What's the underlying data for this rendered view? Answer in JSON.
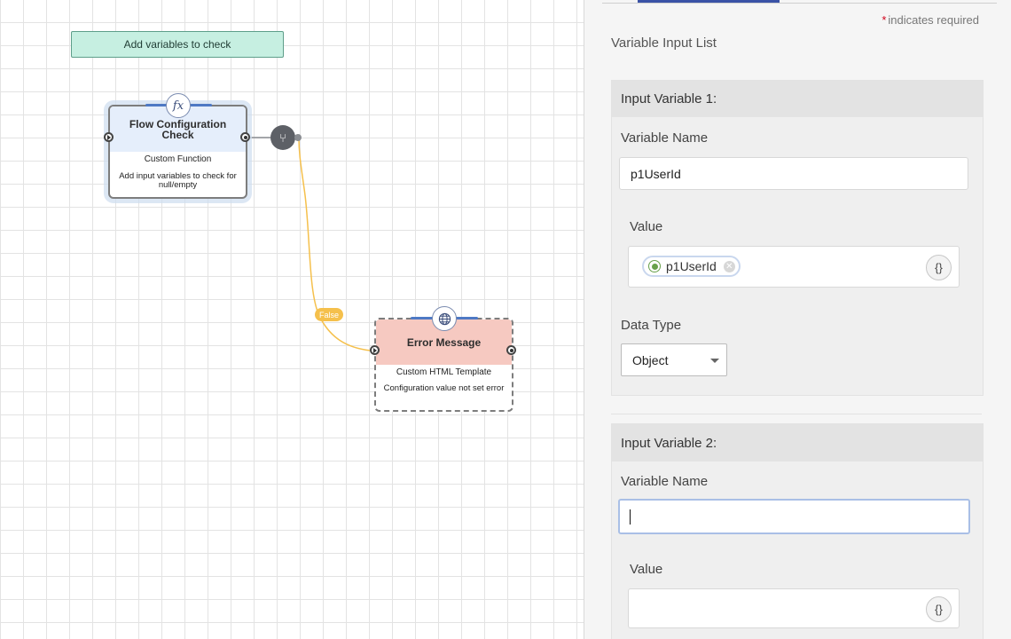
{
  "canvas": {
    "note": "Add variables to check",
    "node1": {
      "icon": "function-icon",
      "title": "Flow Configuration Check",
      "subtitle": "Custom Function",
      "description": "Add input variables to check for null/empty"
    },
    "router_icon": "branch-icon",
    "edge_label": "False",
    "node2": {
      "icon": "globe-icon",
      "title": "Error Message",
      "subtitle": "Custom HTML Template",
      "description": "Configuration value not set error"
    },
    "colors": {
      "edge": "#f5c04c",
      "node1_header": "#e5eefb",
      "node2_header": "#f6c9c1",
      "note_bg": "#c6efe1"
    }
  },
  "panel": {
    "required_note": "indicates required",
    "required_star": "*",
    "section_title": "Variable Input List",
    "variable1": {
      "header": "Input Variable 1:",
      "name_label": "Variable Name",
      "name_value": "p1UserId",
      "value_label": "Value",
      "value_chip": "p1UserId",
      "data_type_label": "Data Type",
      "data_type_value": "Object"
    },
    "variable2": {
      "header": "Input Variable 2:",
      "name_label": "Variable Name",
      "name_value": "",
      "value_label": "Value"
    },
    "expression_button": "{}"
  }
}
